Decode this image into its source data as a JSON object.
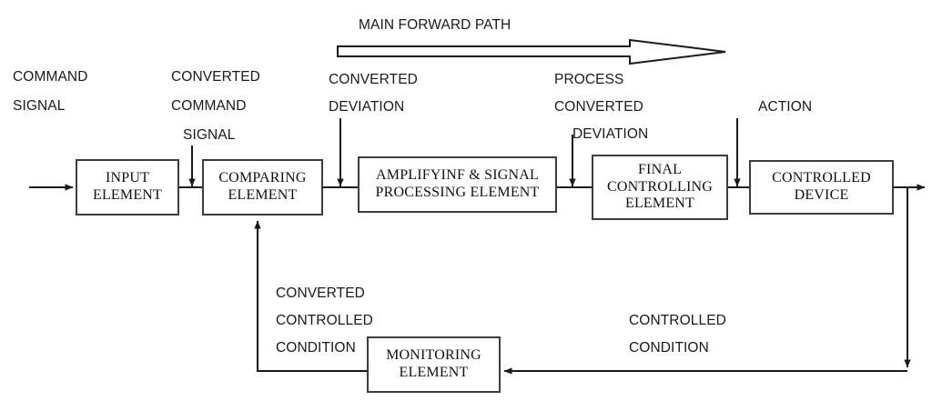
{
  "diagram": {
    "title": "MAIN FORWARD PATH",
    "type": "control-system-block-diagram",
    "blocks": [
      {
        "id": "input-element",
        "label": "INPUT\nELEMENT"
      },
      {
        "id": "comparing-element",
        "label": "COMPARING\nELEMENT"
      },
      {
        "id": "amplifying-element",
        "label": "AMPLIFYINF & SIGNAL\nPROCESSING ELEMENT"
      },
      {
        "id": "final-controlling-element",
        "label": "FINAL\nCONTROLLING\nELEMENT"
      },
      {
        "id": "controlled-device",
        "label": "CONTROLLED\nDEVICE"
      },
      {
        "id": "monitoring-element",
        "label": "MONITORING\nELEMENT"
      }
    ],
    "signal_labels": {
      "command_signal": {
        "line1": "COMMAND",
        "line2": "SIGNAL"
      },
      "converted_command_signal": {
        "line1": "CONVERTED",
        "line2": "COMMAND",
        "line3": "SIGNAL"
      },
      "converted_deviation": {
        "line1": "CONVERTED",
        "line2": "DEVIATION"
      },
      "process_converted_deviation": {
        "line1": "PROCESS",
        "line2": "CONVERTED",
        "line3": "DEVIATION"
      },
      "action": {
        "line1": "ACTION"
      },
      "converted_controlled_condition": {
        "line1": "CONVERTED",
        "line2": "CONTROLLED",
        "line3": "CONDITION"
      },
      "controlled_condition": {
        "line1": "CONTROLLED",
        "line2": "CONDITION"
      }
    },
    "colors": {
      "background": "#ffffff",
      "box_border": "#3d3d3d",
      "wire": "#1a1a1a",
      "text": "#111111"
    }
  }
}
